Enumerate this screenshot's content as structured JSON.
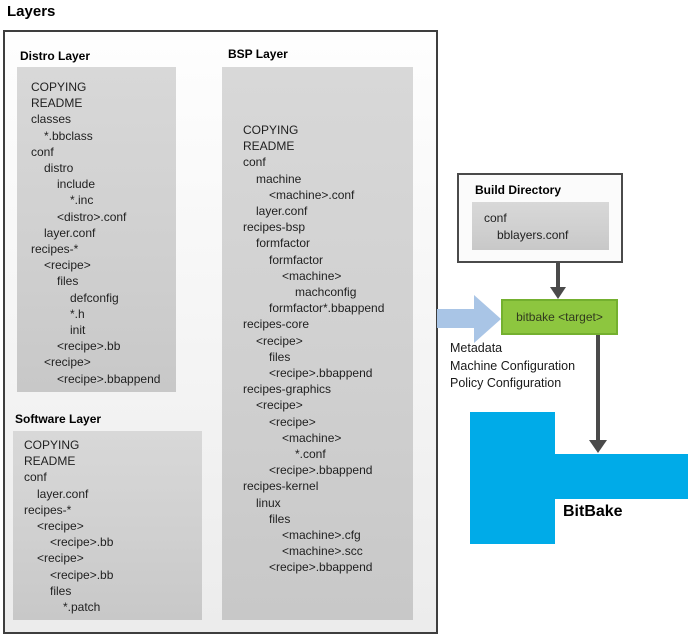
{
  "title": "Layers",
  "colors": {
    "bitbake_blue": "#00abe8",
    "target_green_fill": "#8dc63f",
    "target_green_border": "#74b02f",
    "arrow_dark": "#4a4a4a",
    "arrow_light_blue": "#a9c5e6",
    "tree_box_gray": "#d0d0d0"
  },
  "layers": {
    "distro": {
      "label": "Distro Layer",
      "files": [
        {
          "t": "COPYING",
          "i": 0
        },
        {
          "t": "README",
          "i": 0
        },
        {
          "t": "classes",
          "i": 0
        },
        {
          "t": "*.bbclass",
          "i": 1
        },
        {
          "t": "conf",
          "i": 0
        },
        {
          "t": "distro",
          "i": 1
        },
        {
          "t": "include",
          "i": 2
        },
        {
          "t": "*.inc",
          "i": 3
        },
        {
          "t": "<distro>.conf",
          "i": 2
        },
        {
          "t": "layer.conf",
          "i": 1
        },
        {
          "t": "recipes-*",
          "i": 0
        },
        {
          "t": "<recipe>",
          "i": 1
        },
        {
          "t": "files",
          "i": 2
        },
        {
          "t": "defconfig",
          "i": 3
        },
        {
          "t": "*.h",
          "i": 3
        },
        {
          "t": "init",
          "i": 3
        },
        {
          "t": "<recipe>.bb",
          "i": 2
        },
        {
          "t": "<recipe>",
          "i": 1
        },
        {
          "t": "<recipe>.bbappend",
          "i": 2
        }
      ]
    },
    "bsp": {
      "label": "BSP Layer",
      "files": [
        {
          "t": "COPYING",
          "i": 0
        },
        {
          "t": "README",
          "i": 0
        },
        {
          "t": "conf",
          "i": 0
        },
        {
          "t": "machine",
          "i": 1
        },
        {
          "t": "<machine>.conf",
          "i": 2
        },
        {
          "t": "layer.conf",
          "i": 1
        },
        {
          "t": "recipes-bsp",
          "i": 0
        },
        {
          "t": "formfactor",
          "i": 1
        },
        {
          "t": "formfactor",
          "i": 2
        },
        {
          "t": "<machine>",
          "i": 3
        },
        {
          "t": "machconfig",
          "i": 4
        },
        {
          "t": "formfactor*.bbappend",
          "i": 2
        },
        {
          "t": "recipes-core",
          "i": 0
        },
        {
          "t": "<recipe>",
          "i": 1
        },
        {
          "t": "files",
          "i": 2
        },
        {
          "t": "<recipe>.bbappend",
          "i": 2
        },
        {
          "t": "recipes-graphics",
          "i": 0
        },
        {
          "t": "<recipe>",
          "i": 1
        },
        {
          "t": "<recipe>",
          "i": 2
        },
        {
          "t": "<machine>",
          "i": 3
        },
        {
          "t": "*.conf",
          "i": 4
        },
        {
          "t": "<recipe>.bbappend",
          "i": 2
        },
        {
          "t": "recipes-kernel",
          "i": 0
        },
        {
          "t": "linux",
          "i": 1
        },
        {
          "t": "files",
          "i": 2
        },
        {
          "t": "<machine>.cfg",
          "i": 3
        },
        {
          "t": "<machine>.scc",
          "i": 3
        },
        {
          "t": "<recipe>.bbappend",
          "i": 2
        }
      ]
    },
    "software": {
      "label": "Software Layer",
      "files": [
        {
          "t": "COPYING",
          "i": 0
        },
        {
          "t": "README",
          "i": 0
        },
        {
          "t": "conf",
          "i": 0
        },
        {
          "t": "layer.conf",
          "i": 1
        },
        {
          "t": "recipes-*",
          "i": 0
        },
        {
          "t": "<recipe>",
          "i": 1
        },
        {
          "t": "<recipe>.bb",
          "i": 2
        },
        {
          "t": "<recipe>",
          "i": 1
        },
        {
          "t": "<recipe>.bb",
          "i": 2
        },
        {
          "t": "files",
          "i": 2
        },
        {
          "t": "*.patch",
          "i": 3
        }
      ]
    }
  },
  "build_directory": {
    "label": "Build Directory",
    "files": [
      {
        "t": "conf",
        "i": 0
      },
      {
        "t": "bblayers.conf",
        "i": 1
      }
    ]
  },
  "bitbake_target": {
    "label": "bitbake <target>"
  },
  "annotations": {
    "lines": [
      "Metadata",
      "Machine Configuration",
      "Policy Configuration"
    ]
  },
  "bitbake": {
    "label": "BitBake"
  }
}
